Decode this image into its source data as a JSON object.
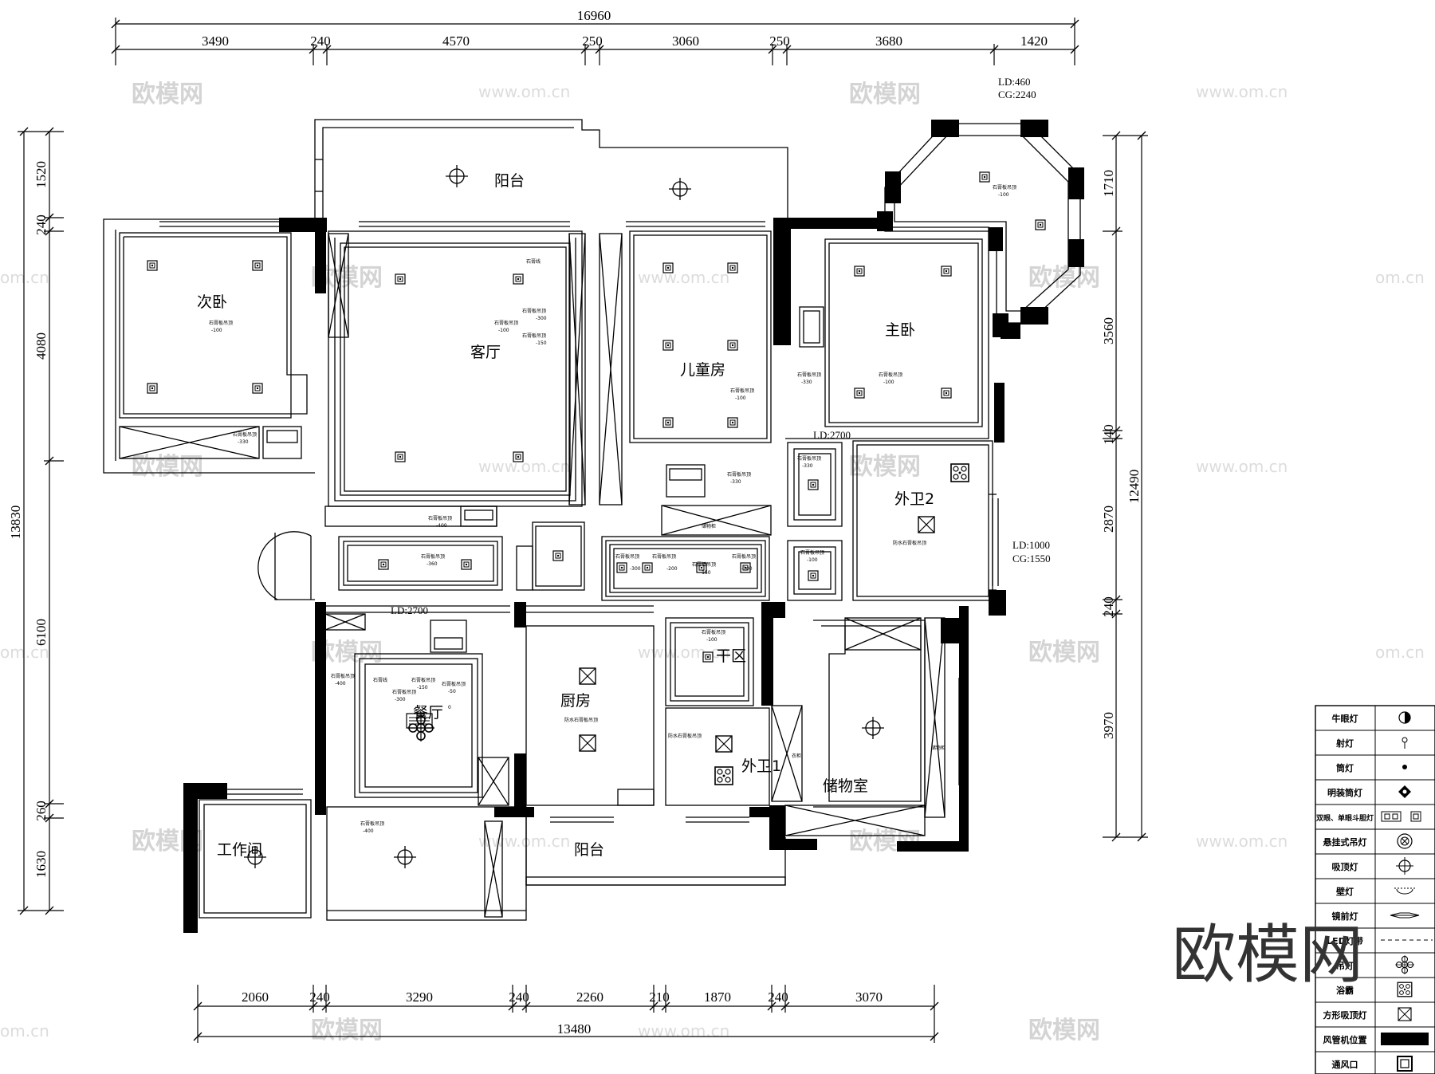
{
  "dimensions": {
    "top_total": "16960",
    "top_segments": [
      "3490",
      "240",
      "4570",
      "250",
      "3060",
      "250",
      "3680",
      "1420"
    ],
    "bottom_total": "13480",
    "bottom_segments": [
      "2060",
      "240",
      "3290",
      "240",
      "2260",
      "210",
      "1870",
      "240",
      "3070"
    ],
    "left_total": "13830",
    "left_segments": [
      "1520",
      "240",
      "4080",
      "6100",
      "260",
      "1630"
    ],
    "right_total": "12490",
    "right_segments": [
      "1710",
      "3560",
      "140",
      "2870",
      "240",
      "3970"
    ]
  },
  "tags": {
    "ld_460": "LD:460",
    "cg_2240": "CG:2240",
    "ld_2700_a": "LD:2700",
    "ld_2700_b": "LD:2700",
    "ld_1000": "LD:1000",
    "cg_1550": "CG:1550"
  },
  "rooms": {
    "balcony_top": "阳台",
    "second_bedroom": "次卧",
    "living_room": "客厅",
    "kids_room": "儿童房",
    "master_bedroom": "主卧",
    "bath_2": "外卫2",
    "dining": "餐厅",
    "kitchen": "厨房",
    "dry_area": "干区",
    "bath_1": "外卫1",
    "storage": "储物室",
    "study": "工作间",
    "balcony_bottom": "阳台"
  },
  "notes": {
    "ceiling_100": "石膏板吊顶",
    "minus_100": "-100",
    "minus_150": "-150",
    "minus_200": "-200",
    "minus_300": "-300",
    "minus_330": "-330",
    "minus_360": "-360",
    "minus_400": "-400",
    "minus_50": "-50",
    "zero": "0",
    "gypsum_line": "石膏线",
    "waterproof": "防水石膏板吊顶",
    "shoe_cabinet": "储物柜",
    "wardrobe": "衣柜"
  },
  "legend": {
    "items": [
      {
        "label": "牛眼灯",
        "icon": "bullseye-icon"
      },
      {
        "label": "射灯",
        "icon": "spotlight-icon"
      },
      {
        "label": "筒灯",
        "icon": "downlight-icon"
      },
      {
        "label": "明装筒灯",
        "icon": "surface-downlight-icon"
      },
      {
        "label": "双眼、单眼斗胆灯",
        "icon": "grille-light-icon"
      },
      {
        "label": "悬挂式吊灯",
        "icon": "pendant-icon"
      },
      {
        "label": "吸顶灯",
        "icon": "ceiling-light-icon"
      },
      {
        "label": "壁灯",
        "icon": "wall-lamp-icon"
      },
      {
        "label": "镜前灯",
        "icon": "mirror-light-icon"
      },
      {
        "label": "LED灯带",
        "icon": "led-strip-icon"
      },
      {
        "label": "吊灯",
        "icon": "chandelier-icon"
      },
      {
        "label": "浴霸",
        "icon": "bath-heater-icon"
      },
      {
        "label": "方形吸顶灯",
        "icon": "square-ceiling-icon"
      },
      {
        "label": "风管机位置",
        "icon": "duct-unit-icon"
      },
      {
        "label": "通风口",
        "icon": "vent-icon"
      }
    ]
  },
  "watermark": {
    "brand": "欧模网",
    "site": "www.om.cn",
    "site_short": "om.cn"
  }
}
